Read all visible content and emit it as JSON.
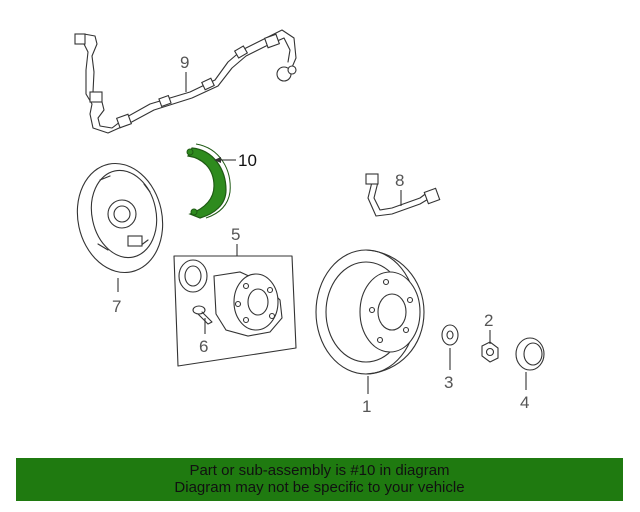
{
  "diagram": {
    "callouts": {
      "c1": "1",
      "c2": "2",
      "c3": "3",
      "c4": "4",
      "c5": "5",
      "c6": "6",
      "c7": "7",
      "c8": "8",
      "c9": "9",
      "c10": "10"
    },
    "highlight_color": "#2e8b1e"
  },
  "banner": {
    "line1": "Part or sub-assembly is #10 in diagram",
    "line2": "Diagram may not be specific to your vehicle",
    "background": "#1f7a10"
  }
}
